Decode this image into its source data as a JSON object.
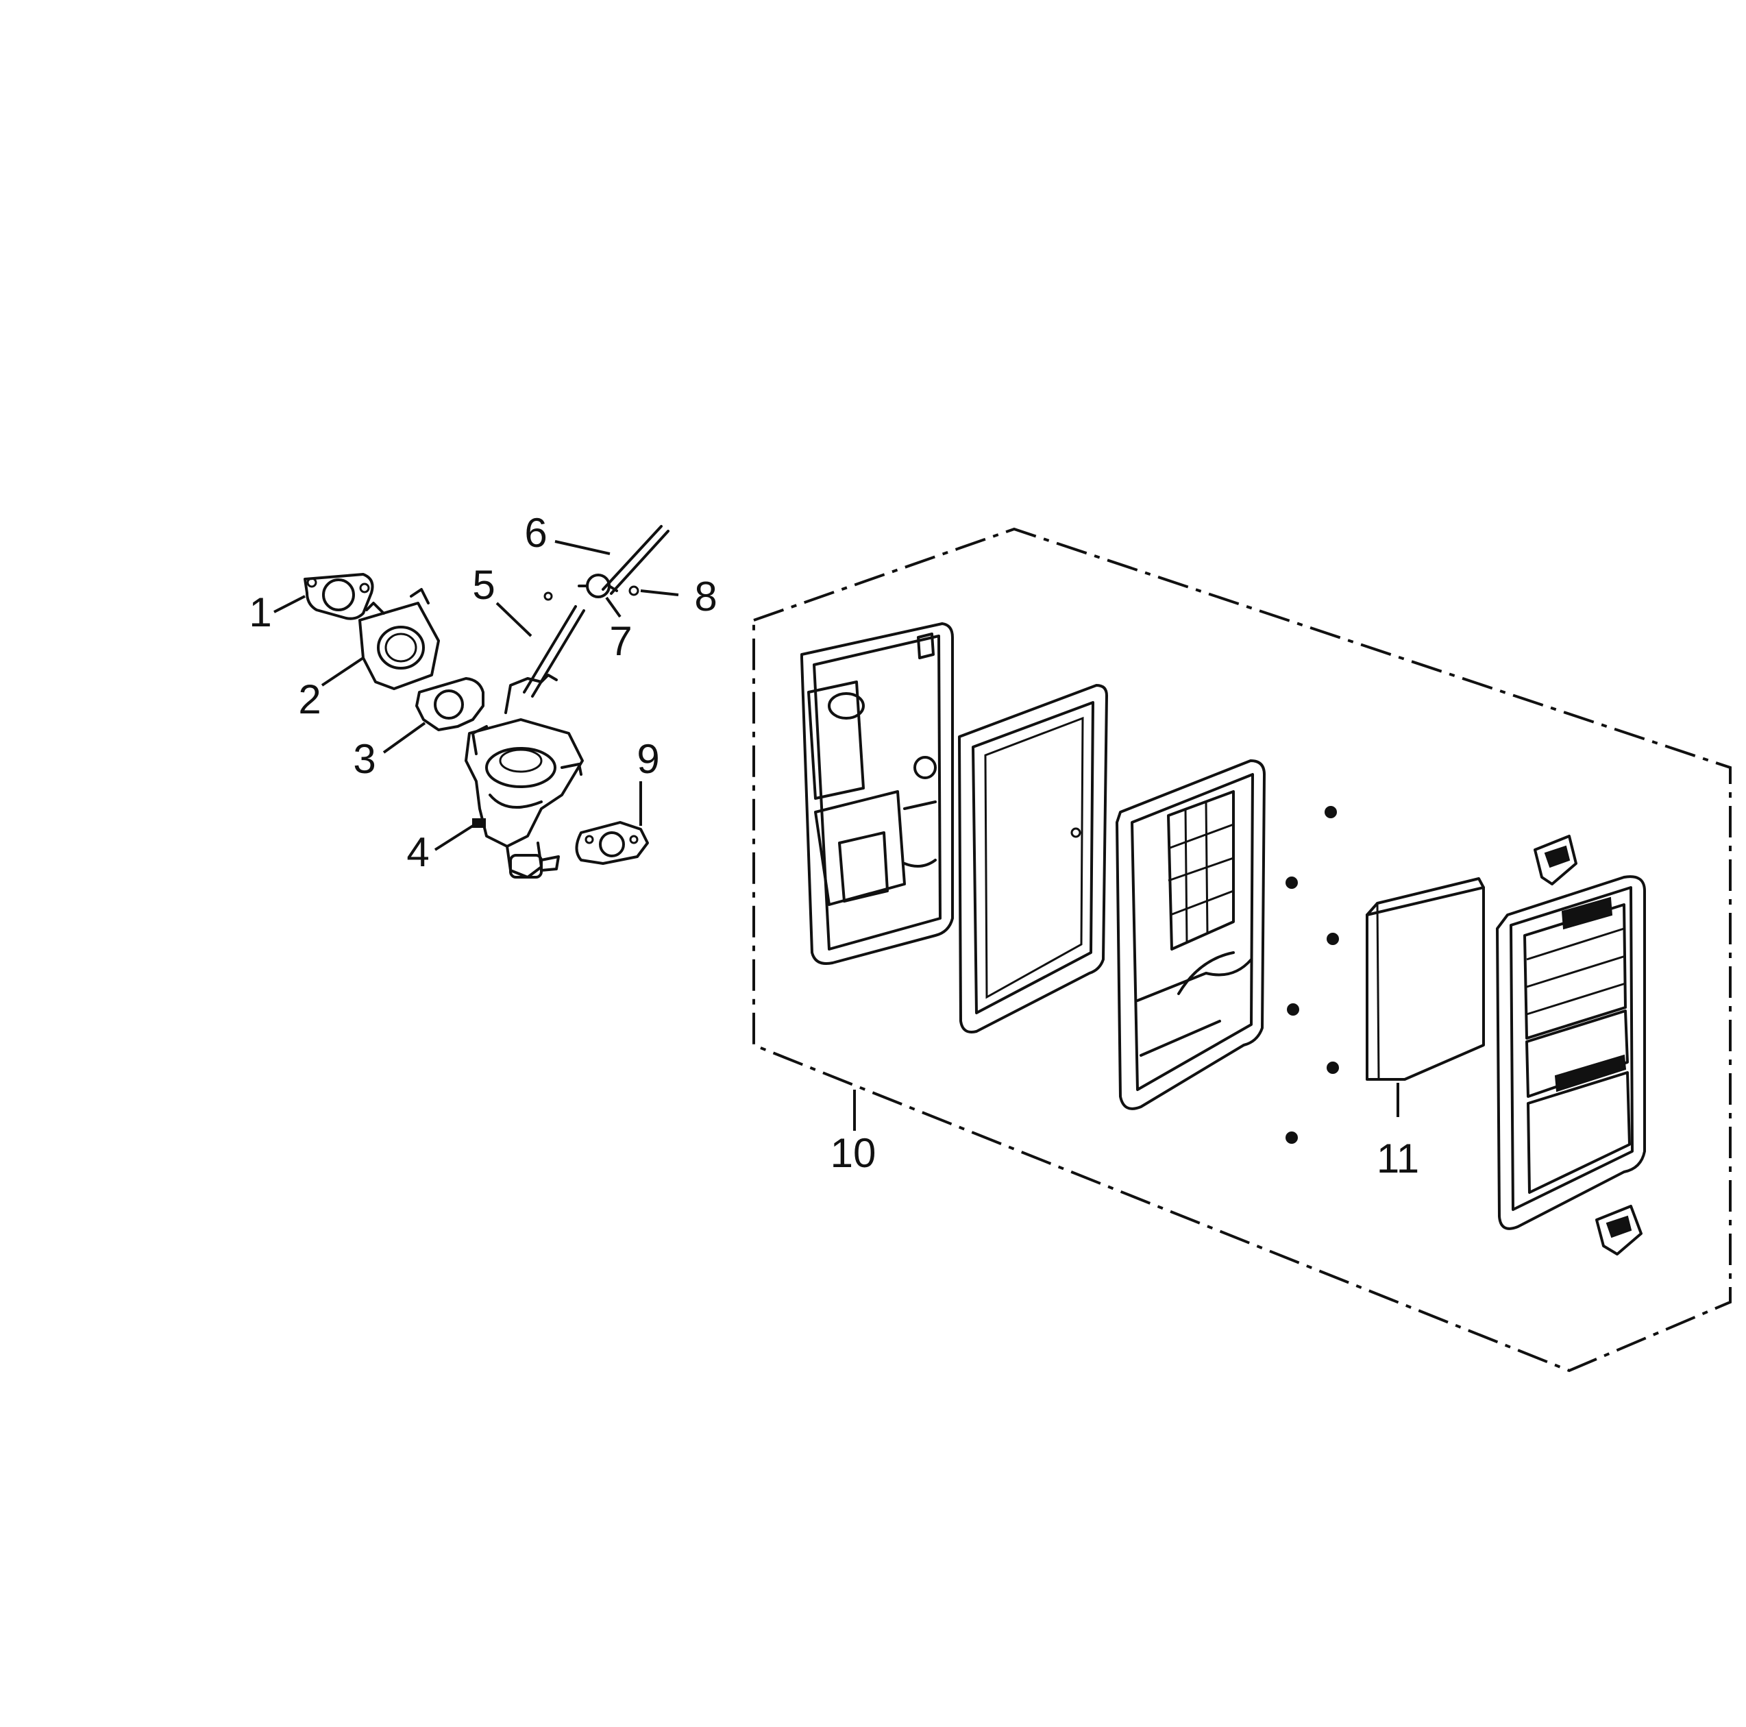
{
  "diagram": {
    "callouts": [
      {
        "label": "1",
        "part": "gasket-1"
      },
      {
        "label": "2",
        "part": "insulator-2"
      },
      {
        "label": "3",
        "part": "gasket-3"
      },
      {
        "label": "4",
        "part": "carburetor-4"
      },
      {
        "label": "5",
        "part": "fuel-tube-5"
      },
      {
        "label": "6",
        "part": "breather-tube-6"
      },
      {
        "label": "7",
        "part": "clip-7"
      },
      {
        "label": "8",
        "part": "clip-8"
      },
      {
        "label": "9",
        "part": "gasket-9"
      },
      {
        "label": "10",
        "part": "air-cleaner-assembly-10"
      },
      {
        "label": "11",
        "part": "air-filter-element-11"
      }
    ]
  }
}
